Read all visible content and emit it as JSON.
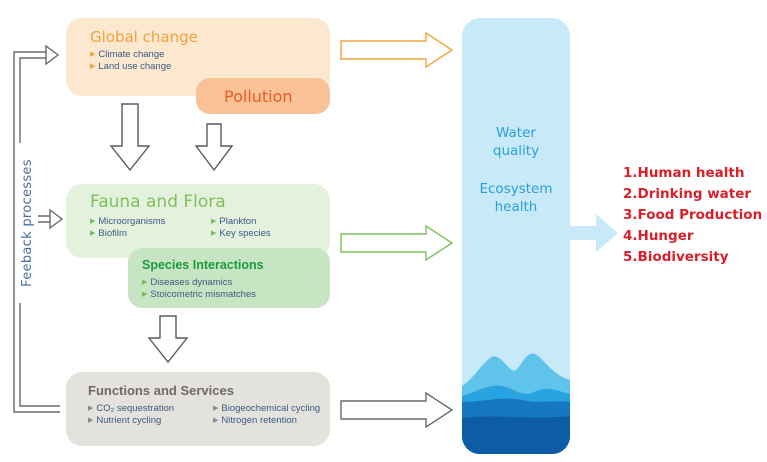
{
  "global_change": {
    "title": "Global change",
    "items": [
      "Climate change",
      "Land use change"
    ]
  },
  "pollution": {
    "title": "Pollution"
  },
  "fauna_flora": {
    "title": "Fauna and Flora",
    "items_left": [
      "Microorganisms",
      "Biofilm"
    ],
    "items_right": [
      "Plankton",
      "Key species"
    ]
  },
  "species_interactions": {
    "title": "Species Interactions",
    "items": [
      "Diseases dynamics",
      "Stoicometric mismatches"
    ]
  },
  "functions_services": {
    "title": "Functions and Services",
    "items_left": [
      "CO₂ sequestration",
      "Nutrient cycling"
    ],
    "items_right": [
      "Biogeochemical cycling",
      "Nitrogen retention"
    ]
  },
  "feedback": {
    "label": "Feeback processes"
  },
  "water_column": {
    "line1": "Water",
    "line2": "quality",
    "line3": "Ecosystem",
    "line4": "health"
  },
  "outcomes": [
    "1.Human health",
    "2.Drinking water",
    "3.Food Production",
    "4.Hunger",
    "5.Biodiversity"
  ],
  "colors": {
    "global_change_bg": "#fbe8cf",
    "global_change_title": "#f2a23c",
    "pollution_bg": "#f8c296",
    "pollution_title": "#f05a24",
    "fauna_bg": "#e4f1dc",
    "fauna_title": "#7cc15c",
    "species_bg": "#c7e5c2",
    "species_title": "#1b9b3e",
    "functions_bg": "#e4e2dd",
    "functions_title": "#6f6a63",
    "water_column": "#c7e9f8",
    "water_text": "#2a9fd8",
    "outcome_text": "#d8202b",
    "arrow_stroke": "#5a5a5a"
  }
}
